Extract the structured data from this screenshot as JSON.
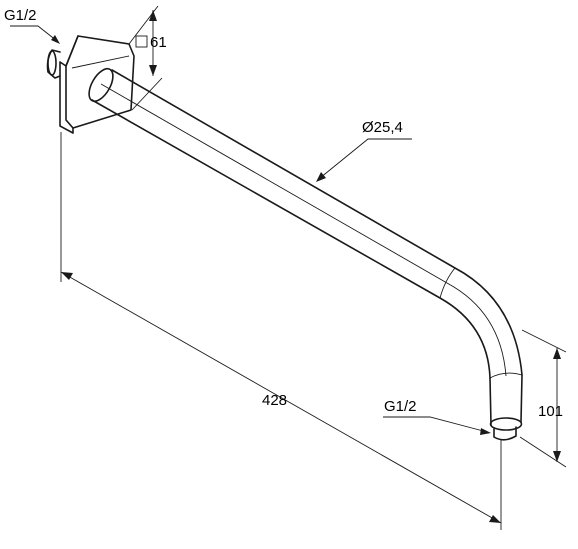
{
  "dimensions": {
    "inlet_thread": "G1/2",
    "flange_square": "61",
    "pipe_diameter": "Ø25,4",
    "length": "428",
    "outlet_thread": "G1/2",
    "drop_height": "101"
  },
  "symbols": {
    "square_symbol": "square-outline-icon"
  }
}
